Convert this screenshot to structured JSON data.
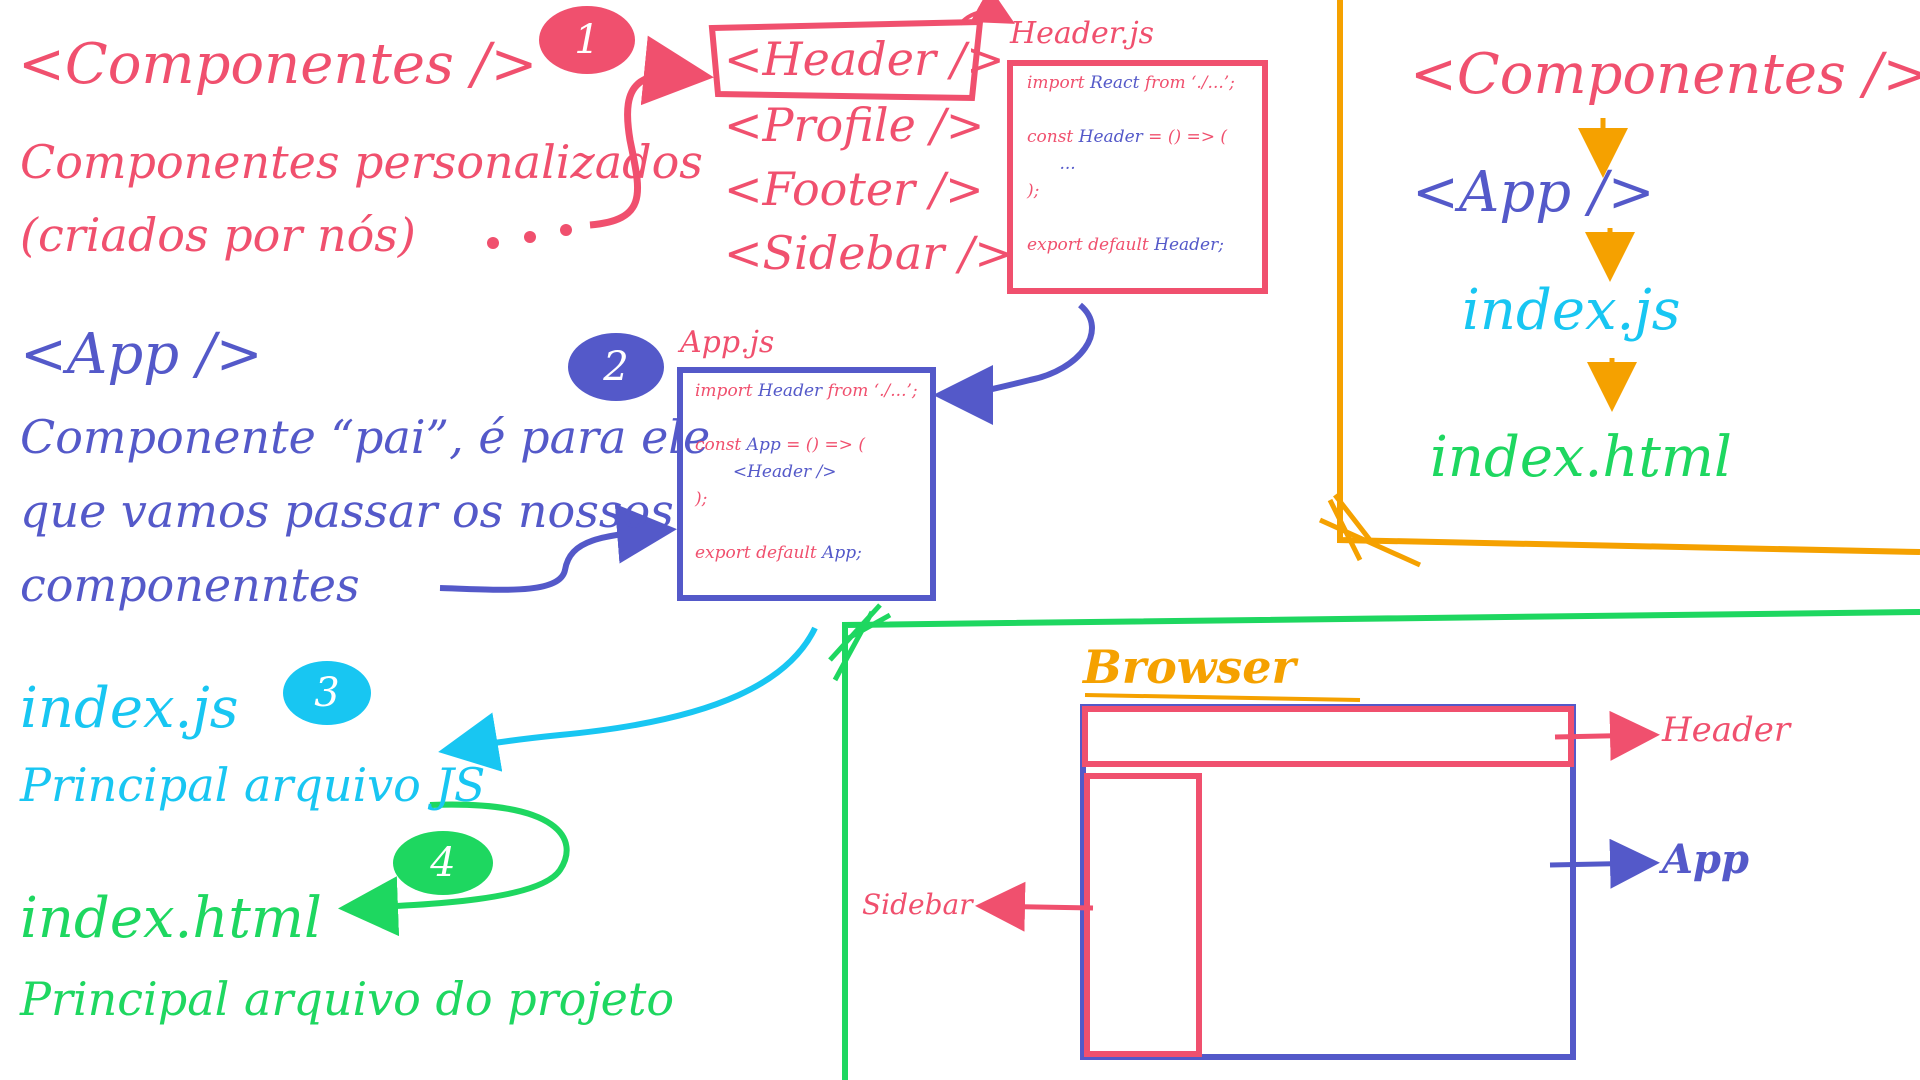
{
  "colors": {
    "pink": "#f0506e",
    "blue": "#5459c9",
    "cyan": "#18c6f2",
    "green": "#1ed760",
    "orange": "#f5a100"
  },
  "left": {
    "componentes_title": "<Componentes />",
    "componentes_desc_1": "Componentes personalizados",
    "componentes_desc_2": "(criados por nós)",
    "app_title": "<App />",
    "app_desc_1": "Componente “pai”, é para ele",
    "app_desc_2": "que vamos passar os nossos",
    "app_desc_3": "componenntes",
    "indexjs_title": "index.js",
    "indexjs_desc": "Principal arquivo JS",
    "indexhtml_title": "index.html",
    "indexhtml_desc": "Principal arquivo do projeto"
  },
  "badges": {
    "b1": "1",
    "b2": "2",
    "b3": "3",
    "b4": "4"
  },
  "components_list": [
    "<Header />",
    "<Profile />",
    "<Footer />",
    "<Sidebar />"
  ],
  "header_file": {
    "filename": "Header.js",
    "line1_kw": "import ",
    "line1_id": "React ",
    "line1_kw2": "from ",
    "line1_str": "‘./...’;",
    "line2_kw": "const ",
    "line2_id": "Header ",
    "line2_rest": "= () => (",
    "line3": "...",
    "line4": ");",
    "line5_kw": "export default ",
    "line5_id": "Header;"
  },
  "app_file": {
    "filename": "App.js",
    "line1_kw": "import ",
    "line1_id": "Header ",
    "line1_kw2": "from ",
    "line1_str": "‘./...’;",
    "line2_kw": "const ",
    "line2_id": "App ",
    "line2_rest": "= () => (",
    "line3": "<Header />",
    "line4": ");",
    "line5_kw": "export default ",
    "line5_id": "App;"
  },
  "flow": {
    "componentes": "<Componentes />",
    "app": "<App />",
    "indexjs": "index.js",
    "indexhtml": "index.html"
  },
  "browser": {
    "title": "Browser",
    "header_label": "Header",
    "app_label": "App",
    "sidebar_label": "Sidebar"
  }
}
